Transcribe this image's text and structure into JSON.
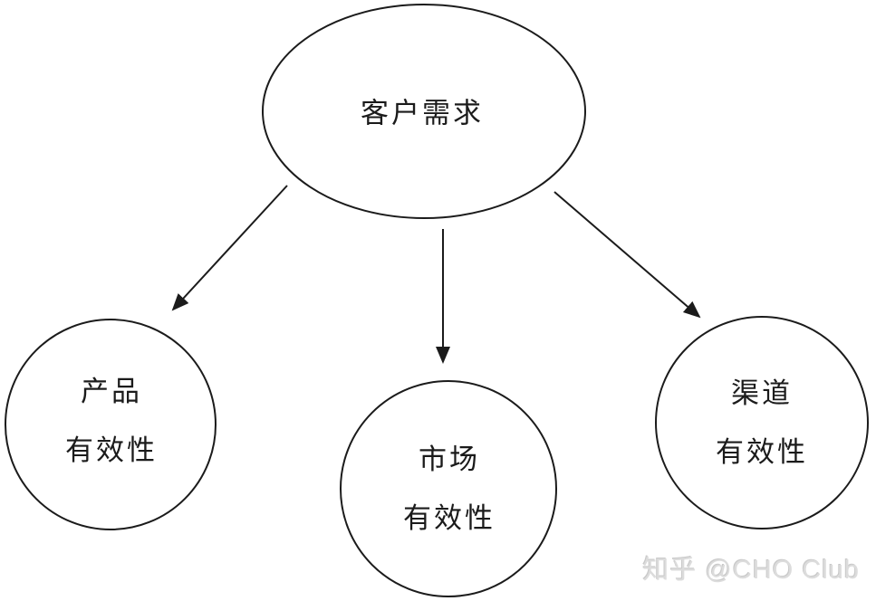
{
  "diagram": {
    "type": "tree",
    "nodes": {
      "root": {
        "shape": "ellipse",
        "label": "客户需求"
      },
      "product": {
        "shape": "circle",
        "line1": "产品",
        "line2": "有效性"
      },
      "market": {
        "shape": "circle",
        "line1": "市场",
        "line2": "有效性"
      },
      "channel": {
        "shape": "circle",
        "line1": "渠道",
        "line2": "有效性"
      }
    },
    "edges": [
      {
        "from": "root",
        "to": "product",
        "style": "arrow"
      },
      {
        "from": "root",
        "to": "market",
        "style": "arrow"
      },
      {
        "from": "root",
        "to": "channel",
        "style": "arrow"
      }
    ]
  },
  "watermark": {
    "text": "知乎 @CHO Club"
  },
  "colors": {
    "stroke": "#1b1b1b",
    "background": "#ffffff",
    "watermark": "#dcdcdc"
  }
}
